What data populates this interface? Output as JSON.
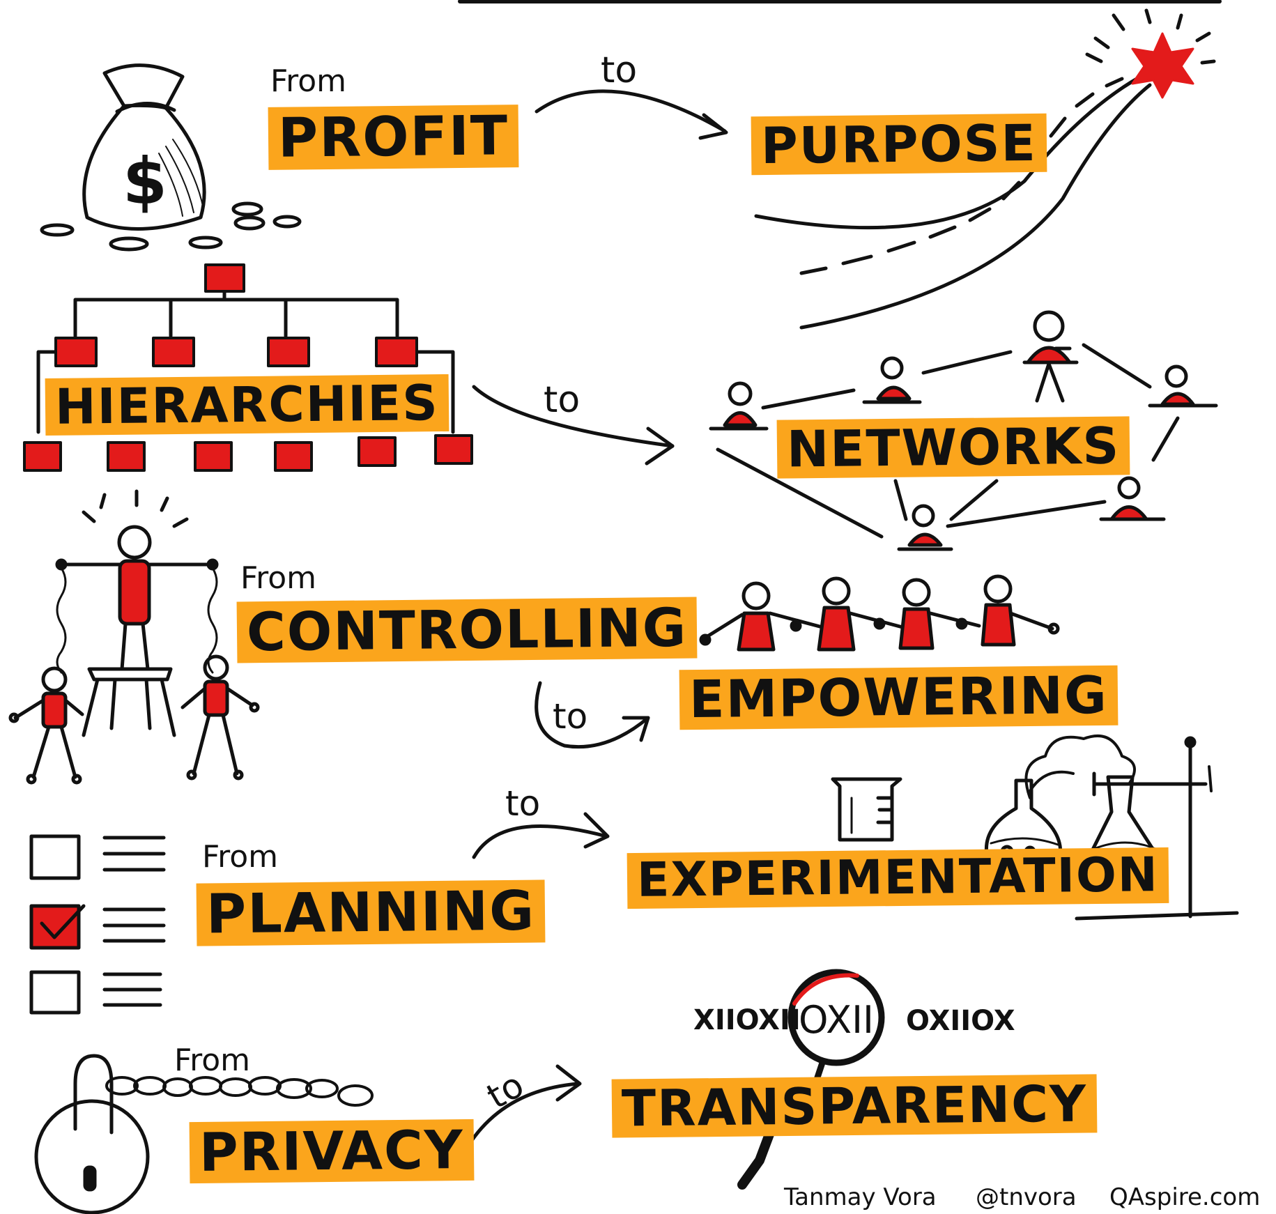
{
  "pairs": [
    {
      "from_label": "From",
      "from": "PROFIT",
      "to_label": "to",
      "to": "PURPOSE"
    },
    {
      "from_label": "",
      "from": "HIERARCHIES",
      "to_label": "to",
      "to": "NETWORKS"
    },
    {
      "from_label": "From",
      "from": "CONTROLLING",
      "to_label": "to",
      "to": "EMPOWERING"
    },
    {
      "from_label": "From",
      "from": "PLANNING",
      "to_label": "to",
      "to": "EXPERIMENTATION"
    },
    {
      "from_label": "From",
      "from": "PRIVACY",
      "to_label": "to",
      "to": "TRANSPARENCY"
    }
  ],
  "drawings": {
    "money_bag": {
      "symbol": "$"
    },
    "binary_left": "XIIOXII",
    "binary_center": "OXII",
    "binary_right": "OXIIOX"
  },
  "credits": {
    "author": "Tanmay Vora",
    "handle": "@tnvora",
    "site": "QAspire.com"
  },
  "colors": {
    "highlight": "#fba51c",
    "red": "#e31b1b",
    "ink": "#111111"
  }
}
